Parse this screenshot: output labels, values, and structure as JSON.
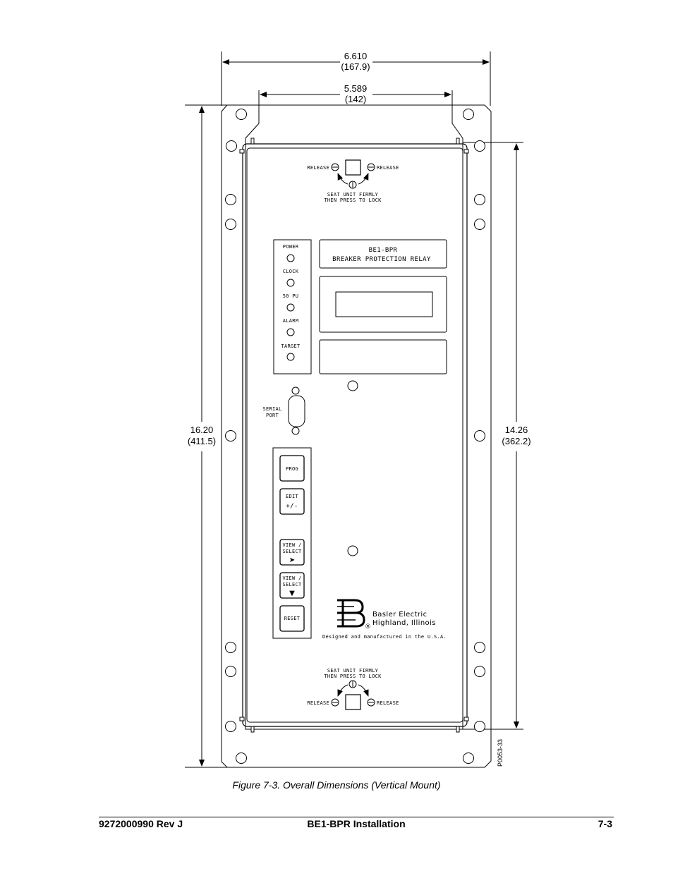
{
  "dimensions": {
    "overall_width": "6.610",
    "overall_width_mm": "(167.9)",
    "cutout_width": "5.589",
    "cutout_width_mm": "(142)",
    "overall_height": "16.20",
    "overall_height_mm": "(411.5)",
    "cutout_height": "14.26",
    "cutout_height_mm": "(362.2)"
  },
  "drawing_id": "P0053-33",
  "latch": {
    "release_label": "RELEASE",
    "instruction_line1": "SEAT UNIT FIRMLY",
    "instruction_line2": "THEN PRESS TO LOCK"
  },
  "leds": [
    "POWER",
    "CLOCK",
    "50 PU",
    "ALARM",
    "TARGET"
  ],
  "title_panel": {
    "line1": "BE1-BPR",
    "line2": "BREAKER PROTECTION RELAY"
  },
  "serial_port": {
    "line1": "SERIAL",
    "line2": "PORT"
  },
  "buttons": {
    "prog": "PROG",
    "edit_line1": "EDIT",
    "edit_line2": "+/-",
    "view_right_line1": "VIEW /",
    "view_right_line2": "SELECT",
    "view_right_symbol": "➤",
    "view_down_line1": "VIEW /",
    "view_down_line2": "SELECT",
    "view_down_symbol": "▼",
    "reset": "RESET"
  },
  "logo": {
    "line1": "Basler Electric",
    "line2": "Highland, Illinois",
    "registered": "®",
    "tagline": "Designed and manufactured in the U.S.A."
  },
  "caption": "Figure 7-3. Overall Dimensions (Vertical Mount)",
  "footer": {
    "left": "9272000990 Rev J",
    "center": "BE1-BPR Installation",
    "right": "7-3"
  }
}
